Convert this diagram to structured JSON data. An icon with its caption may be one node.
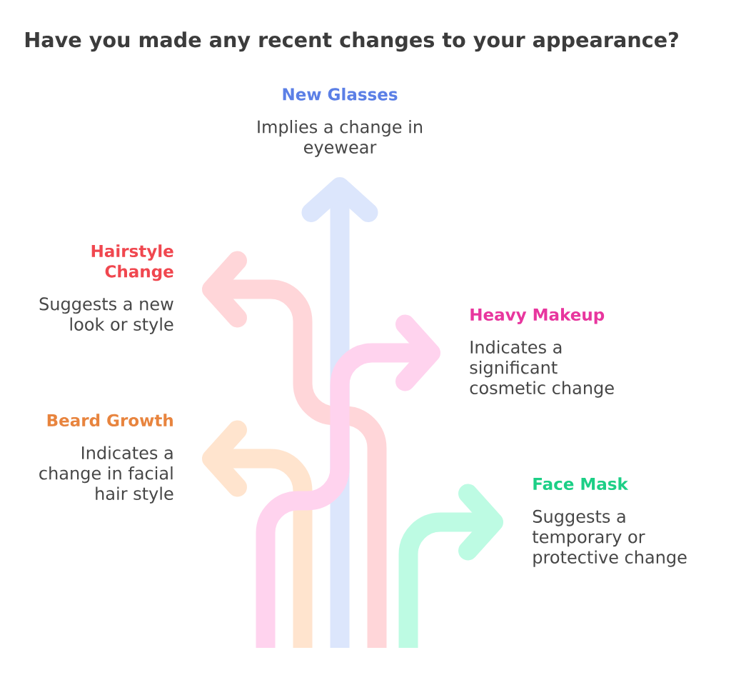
{
  "diagram": {
    "title": "Have you made any recent changes to your appearance?",
    "nodes": [
      {
        "text": [
          "New Glasses",
          "Implies a change in eyewear"
        ]
      },
      {
        "text": [
          "Hairstyle Change",
          "Suggests a new look or style"
        ]
      },
      {
        "text": [
          "Heavy Makeup",
          "Indicates a significant cosmetic change"
        ]
      },
      {
        "text": [
          "Beard Growth",
          "Indicates a change in facial hair style"
        ]
      },
      {
        "text": [
          "Face Mask",
          "Suggests a temporary or protective change"
        ]
      }
    ],
    "edges": [
      {
        "from": null,
        "to": 0,
        "arrow": "to",
        "color": "#dce6fc"
      },
      {
        "from": null,
        "to": 1,
        "arrow": "to",
        "color": "#ffd6d9"
      },
      {
        "from": null,
        "to": 3,
        "arrow": "to",
        "color": "#ffe4ce"
      },
      {
        "from": null,
        "to": 4,
        "arrow": "to",
        "color": "#bdfbe3"
      },
      {
        "from": null,
        "to": 2,
        "arrow": "to",
        "color": "#ffd3ee"
      }
    ]
  }
}
